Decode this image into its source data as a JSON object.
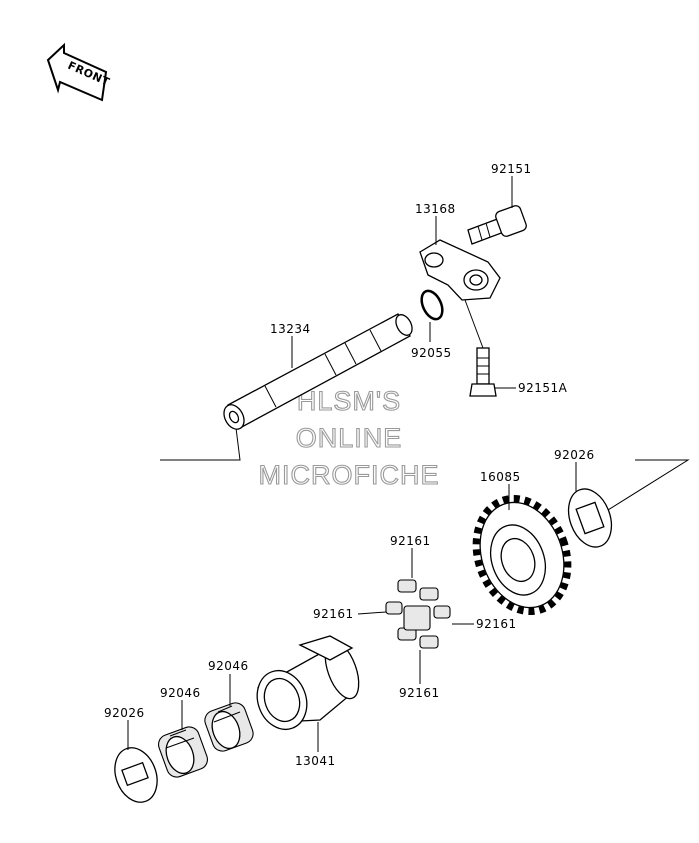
{
  "front_label": "FRONT",
  "watermark": [
    "HLSM'S",
    "ONLINE",
    "MICROFICHE"
  ],
  "parts": {
    "p92151": "92151",
    "p13168": "13168",
    "p92055": "92055",
    "p13234": "13234",
    "p92151A": "92151A",
    "p16085": "16085",
    "p92026_top": "92026",
    "p92161_top": "92161",
    "p92161_left": "92161",
    "p92161_right": "92161",
    "p92161_bottom": "92161",
    "p92046_upper": "92046",
    "p92046_lower": "92046",
    "p92026_bottom": "92026",
    "p13041": "13041"
  },
  "colors": {
    "line": "#000000",
    "watermark_stroke": "#9a9a9a",
    "background": "#ffffff"
  }
}
